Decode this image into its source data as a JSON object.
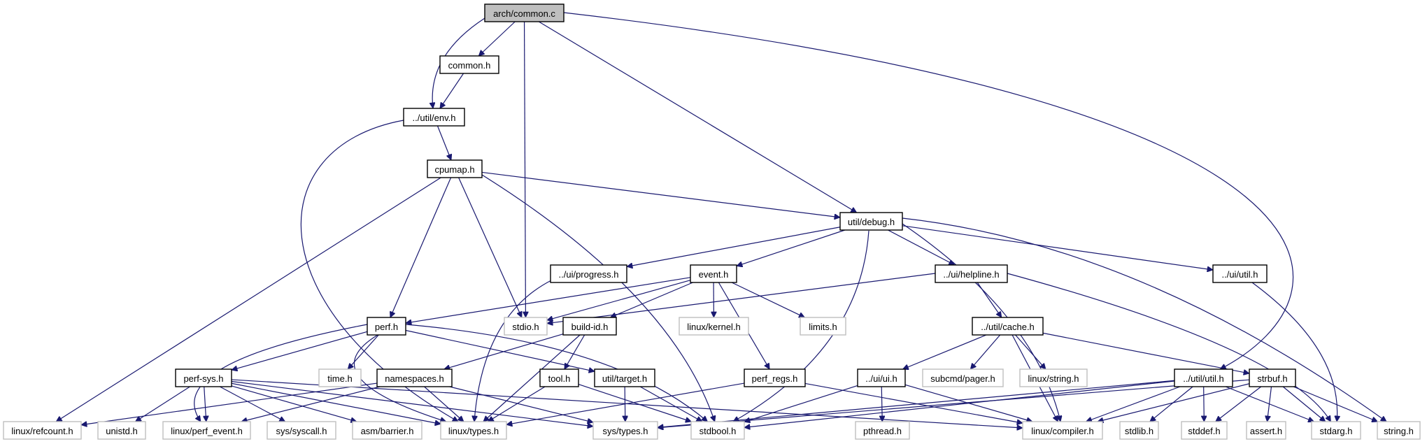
{
  "title": "arch/common.c include dependency graph",
  "colors": {
    "edge": "#191970",
    "root_fill": "#bfbfbf",
    "node_border": "#000000",
    "external_border": "#bfbfbf"
  },
  "nodes": [
    {
      "id": "arch_common_c",
      "label": "arch/common.c",
      "kind": "root"
    },
    {
      "id": "common_h",
      "label": "common.h",
      "kind": "internal"
    },
    {
      "id": "util_env_h",
      "label": "../util/env.h",
      "kind": "internal"
    },
    {
      "id": "cpumap_h",
      "label": "cpumap.h",
      "kind": "internal"
    },
    {
      "id": "util_debug_h",
      "label": "util/debug.h",
      "kind": "internal"
    },
    {
      "id": "ui_progress_h",
      "label": "../ui/progress.h",
      "kind": "internal"
    },
    {
      "id": "event_h",
      "label": "event.h",
      "kind": "internal"
    },
    {
      "id": "ui_helpline_h",
      "label": "../ui/helpline.h",
      "kind": "internal"
    },
    {
      "id": "ui_util_h",
      "label": "../ui/util.h",
      "kind": "internal"
    },
    {
      "id": "perf_h",
      "label": "perf.h",
      "kind": "internal"
    },
    {
      "id": "stdio_h",
      "label": "stdio.h",
      "kind": "external"
    },
    {
      "id": "build_id_h",
      "label": "build-id.h",
      "kind": "internal"
    },
    {
      "id": "linux_kernel_h",
      "label": "linux/kernel.h",
      "kind": "external"
    },
    {
      "id": "limits_h",
      "label": "limits.h",
      "kind": "external"
    },
    {
      "id": "util_cache_h",
      "label": "../util/cache.h",
      "kind": "internal"
    },
    {
      "id": "perf_sys_h",
      "label": "perf-sys.h",
      "kind": "internal"
    },
    {
      "id": "time_h",
      "label": "time.h",
      "kind": "external"
    },
    {
      "id": "namespaces_h",
      "label": "namespaces.h",
      "kind": "internal"
    },
    {
      "id": "tool_h",
      "label": "tool.h",
      "kind": "internal"
    },
    {
      "id": "util_target_h",
      "label": "util/target.h",
      "kind": "internal"
    },
    {
      "id": "perf_regs_h",
      "label": "perf_regs.h",
      "kind": "internal"
    },
    {
      "id": "ui_ui_h",
      "label": "../ui/ui.h",
      "kind": "internal"
    },
    {
      "id": "subcmd_pager_h",
      "label": "subcmd/pager.h",
      "kind": "external"
    },
    {
      "id": "linux_string_h",
      "label": "linux/string.h",
      "kind": "external"
    },
    {
      "id": "util_util_h",
      "label": "../util/util.h",
      "kind": "internal"
    },
    {
      "id": "strbuf_h",
      "label": "strbuf.h",
      "kind": "internal"
    },
    {
      "id": "linux_refcount_h",
      "label": "linux/refcount.h",
      "kind": "external"
    },
    {
      "id": "unistd_h",
      "label": "unistd.h",
      "kind": "external"
    },
    {
      "id": "linux_perf_event_h",
      "label": "linux/perf_event.h",
      "kind": "external"
    },
    {
      "id": "sys_syscall_h",
      "label": "sys/syscall.h",
      "kind": "external"
    },
    {
      "id": "asm_barrier_h",
      "label": "asm/barrier.h",
      "kind": "external"
    },
    {
      "id": "linux_types_h",
      "label": "linux/types.h",
      "kind": "external"
    },
    {
      "id": "sys_types_h",
      "label": "sys/types.h",
      "kind": "external"
    },
    {
      "id": "stdbool_h",
      "label": "stdbool.h",
      "kind": "external"
    },
    {
      "id": "pthread_h",
      "label": "pthread.h",
      "kind": "external"
    },
    {
      "id": "linux_compiler_h",
      "label": "linux/compiler.h",
      "kind": "external"
    },
    {
      "id": "stdlib_h",
      "label": "stdlib.h",
      "kind": "external"
    },
    {
      "id": "stddef_h",
      "label": "stddef.h",
      "kind": "external"
    },
    {
      "id": "assert_h",
      "label": "assert.h",
      "kind": "external"
    },
    {
      "id": "stdarg_h",
      "label": "stdarg.h",
      "kind": "external"
    },
    {
      "id": "string_h",
      "label": "string.h",
      "kind": "external"
    }
  ],
  "edges": [
    [
      "arch_common_c",
      "common_h"
    ],
    [
      "arch_common_c",
      "util_env_h"
    ],
    [
      "arch_common_c",
      "stdio_h"
    ],
    [
      "arch_common_c",
      "util_debug_h"
    ],
    [
      "arch_common_c",
      "util_util_h"
    ],
    [
      "common_h",
      "util_env_h"
    ],
    [
      "util_env_h",
      "cpumap_h"
    ],
    [
      "util_env_h",
      "linux_types_h"
    ],
    [
      "cpumap_h",
      "util_debug_h"
    ],
    [
      "cpumap_h",
      "perf_h"
    ],
    [
      "cpumap_h",
      "stdio_h"
    ],
    [
      "cpumap_h",
      "stdbool_h"
    ],
    [
      "cpumap_h",
      "linux_refcount_h"
    ],
    [
      "util_debug_h",
      "ui_progress_h"
    ],
    [
      "util_debug_h",
      "event_h"
    ],
    [
      "util_debug_h",
      "ui_helpline_h"
    ],
    [
      "util_debug_h",
      "ui_util_h"
    ],
    [
      "util_debug_h",
      "stdbool_h"
    ],
    [
      "util_debug_h",
      "linux_compiler_h"
    ],
    [
      "util_debug_h",
      "string_h"
    ],
    [
      "ui_progress_h",
      "linux_types_h"
    ],
    [
      "event_h",
      "perf_h"
    ],
    [
      "event_h",
      "stdio_h"
    ],
    [
      "event_h",
      "build_id_h"
    ],
    [
      "event_h",
      "linux_kernel_h"
    ],
    [
      "event_h",
      "limits_h"
    ],
    [
      "event_h",
      "perf_regs_h"
    ],
    [
      "ui_helpline_h",
      "stdio_h"
    ],
    [
      "ui_helpline_h",
      "util_cache_h"
    ],
    [
      "ui_helpline_h",
      "stdarg_h"
    ],
    [
      "ui_util_h",
      "stdarg_h"
    ],
    [
      "perf_h",
      "perf_sys_h"
    ],
    [
      "perf_h",
      "time_h"
    ],
    [
      "perf_h",
      "util_target_h"
    ],
    [
      "perf_h",
      "linux_types_h"
    ],
    [
      "perf_h",
      "stdbool_h"
    ],
    [
      "perf_h",
      "linux_perf_event_h"
    ],
    [
      "build_id_h",
      "namespaces_h"
    ],
    [
      "build_id_h",
      "tool_h"
    ],
    [
      "build_id_h",
      "linux_types_h"
    ],
    [
      "util_cache_h",
      "ui_ui_h"
    ],
    [
      "util_cache_h",
      "subcmd_pager_h"
    ],
    [
      "util_cache_h",
      "linux_string_h"
    ],
    [
      "util_cache_h",
      "strbuf_h"
    ],
    [
      "util_cache_h",
      "linux_compiler_h"
    ],
    [
      "perf_sys_h",
      "unistd_h"
    ],
    [
      "perf_sys_h",
      "linux_perf_event_h"
    ],
    [
      "perf_sys_h",
      "sys_syscall_h"
    ],
    [
      "perf_sys_h",
      "asm_barrier_h"
    ],
    [
      "perf_sys_h",
      "linux_types_h"
    ],
    [
      "perf_sys_h",
      "sys_types_h"
    ],
    [
      "perf_sys_h",
      "linux_compiler_h"
    ],
    [
      "namespaces_h",
      "linux_refcount_h"
    ],
    [
      "namespaces_h",
      "linux_perf_event_h"
    ],
    [
      "namespaces_h",
      "linux_types_h"
    ],
    [
      "namespaces_h",
      "sys_types_h"
    ],
    [
      "tool_h",
      "linux_types_h"
    ],
    [
      "tool_h",
      "stdbool_h"
    ],
    [
      "util_target_h",
      "sys_types_h"
    ],
    [
      "util_target_h",
      "stdbool_h"
    ],
    [
      "perf_regs_h",
      "linux_types_h"
    ],
    [
      "perf_regs_h",
      "linux_compiler_h"
    ],
    [
      "ui_ui_h",
      "pthread_h"
    ],
    [
      "ui_ui_h",
      "stdbool_h"
    ],
    [
      "ui_ui_h",
      "linux_compiler_h"
    ],
    [
      "util_util_h",
      "linux_compiler_h"
    ],
    [
      "util_util_h",
      "sys_types_h"
    ],
    [
      "util_util_h",
      "stdbool_h"
    ],
    [
      "util_util_h",
      "stdlib_h"
    ],
    [
      "util_util_h",
      "stddef_h"
    ],
    [
      "util_util_h",
      "stdarg_h"
    ],
    [
      "strbuf_h",
      "assert_h"
    ],
    [
      "strbuf_h",
      "stdarg_h"
    ],
    [
      "strbuf_h",
      "stddef_h"
    ],
    [
      "strbuf_h",
      "string_h"
    ],
    [
      "strbuf_h",
      "linux_compiler_h"
    ],
    [
      "strbuf_h",
      "sys_types_h"
    ]
  ]
}
